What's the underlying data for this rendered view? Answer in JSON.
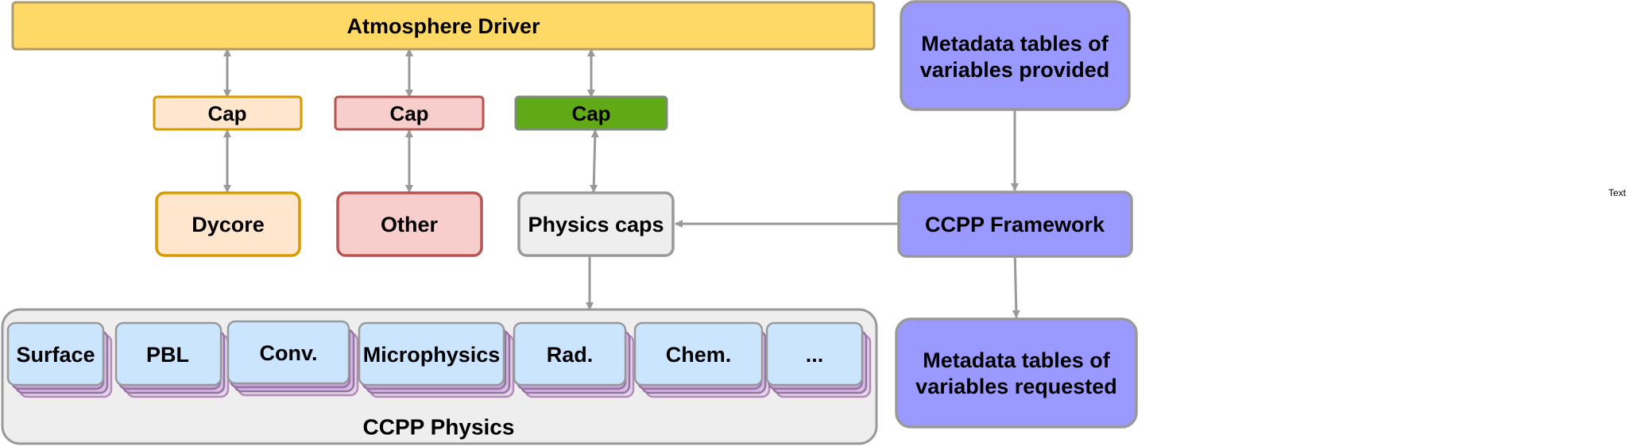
{
  "driver": {
    "label": "Atmosphere Driver"
  },
  "caps": [
    {
      "label": "Cap"
    },
    {
      "label": "Cap"
    },
    {
      "label": "Cap"
    }
  ],
  "components": [
    {
      "label": "Dycore"
    },
    {
      "label": "Other"
    },
    {
      "label": "Physics caps"
    }
  ],
  "framework": {
    "label": "CCPP Framework"
  },
  "metadata": {
    "provided": {
      "line1": "Metadata tables of",
      "line2": "variables provided"
    },
    "requested": {
      "line1": "Metadata tables of",
      "line2": "variables requested"
    }
  },
  "physics": {
    "title": "CCPP Physics",
    "schemes": [
      {
        "label": "Surface"
      },
      {
        "label": "PBL"
      },
      {
        "label": "Conv."
      },
      {
        "label": "Microphysics"
      },
      {
        "label": "Rad."
      },
      {
        "label": "Chem."
      },
      {
        "label": "..."
      }
    ]
  },
  "stray_text": "Text",
  "colors": {
    "driver_fill": "#ffd966",
    "driver_stroke": "#d6b656",
    "cap1_fill": "#ffe6cc",
    "cap1_stroke": "#d79b00",
    "cap2_fill": "#f8cecc",
    "cap2_stroke": "#b85450",
    "cap3_fill": "#60a917",
    "cap3_stroke": "#2d7600",
    "gray_fill": "#eeeeee",
    "gray_stroke": "#999999",
    "purple_fill": "#9999ff",
    "purple_stroke": "#999999",
    "scheme_fill": "#cce5ff",
    "arrow": "#999999"
  }
}
